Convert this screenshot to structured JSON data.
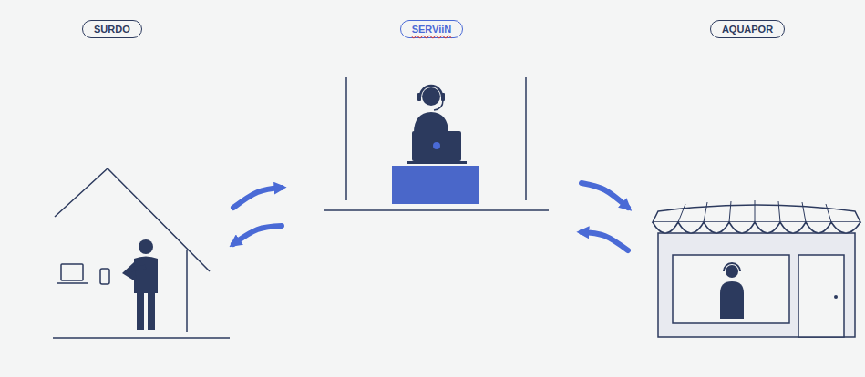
{
  "diagram": {
    "nodes": [
      {
        "text": [
          "SURDO"
        ]
      },
      {
        "text": [
          "SERViiN"
        ]
      },
      {
        "text": [
          "AQUAPOR"
        ]
      }
    ],
    "edges": [
      {
        "from": 0,
        "to": 1,
        "arrow": "to"
      },
      {
        "from": 1,
        "to": 0,
        "arrow": "to"
      },
      {
        "from": 1,
        "to": 2,
        "arrow": "to"
      },
      {
        "from": 2,
        "to": 1,
        "arrow": "to"
      }
    ]
  }
}
